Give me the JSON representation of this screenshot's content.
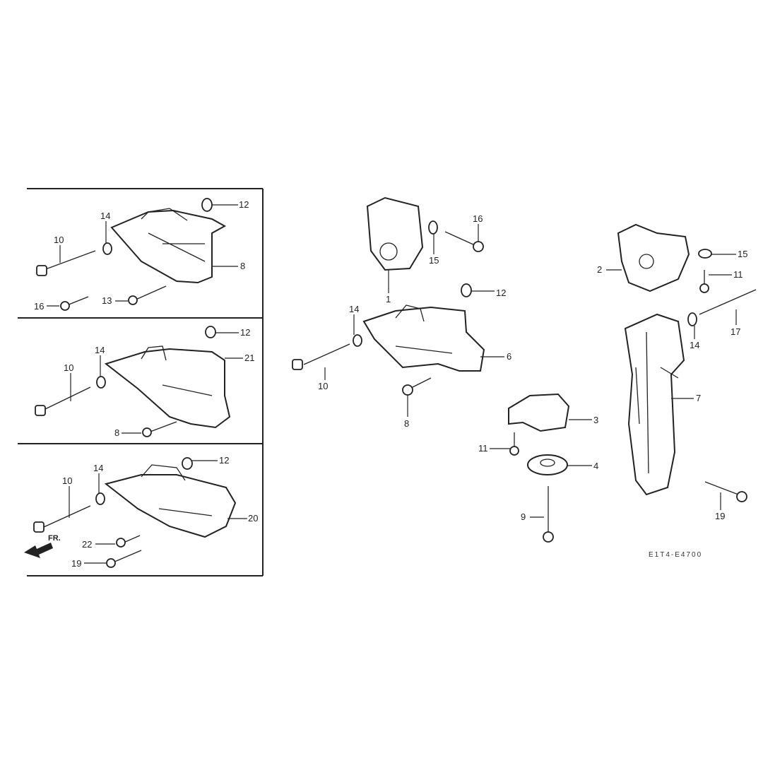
{
  "diagram": {
    "code": "E1T4-E4700",
    "fr_arrow": "FR.",
    "left_panels": [
      {
        "labels": {
          "nut": "12",
          "washer": "14",
          "bolt_long": "10",
          "bracket": "8",
          "bolt_a": "16",
          "bolt_b": "13"
        }
      },
      {
        "labels": {
          "nut": "12",
          "washer": "14",
          "bolt_long": "10",
          "bracket": "21",
          "bolt_a": "8"
        }
      },
      {
        "labels": {
          "nut": "12",
          "washer": "14",
          "bolt_long": "10",
          "bracket": "20",
          "bolt_a": "22",
          "bolt_b": "19"
        }
      }
    ],
    "middle": {
      "mount": "1",
      "bolt_top": "16",
      "washer_top": "15",
      "nut": "12",
      "washer": "14",
      "bracket": "6",
      "bolt_long": "10",
      "bolt_bottom": "8",
      "lower_mount": "3",
      "bolt_small": "11",
      "stopper": "4",
      "through_bolt": "9"
    },
    "right": {
      "mount": "2",
      "nut": "15",
      "bolt_small": "11",
      "bolt_long": "17",
      "washer": "14",
      "bracket": "7",
      "bolt_bottom": "19"
    }
  }
}
